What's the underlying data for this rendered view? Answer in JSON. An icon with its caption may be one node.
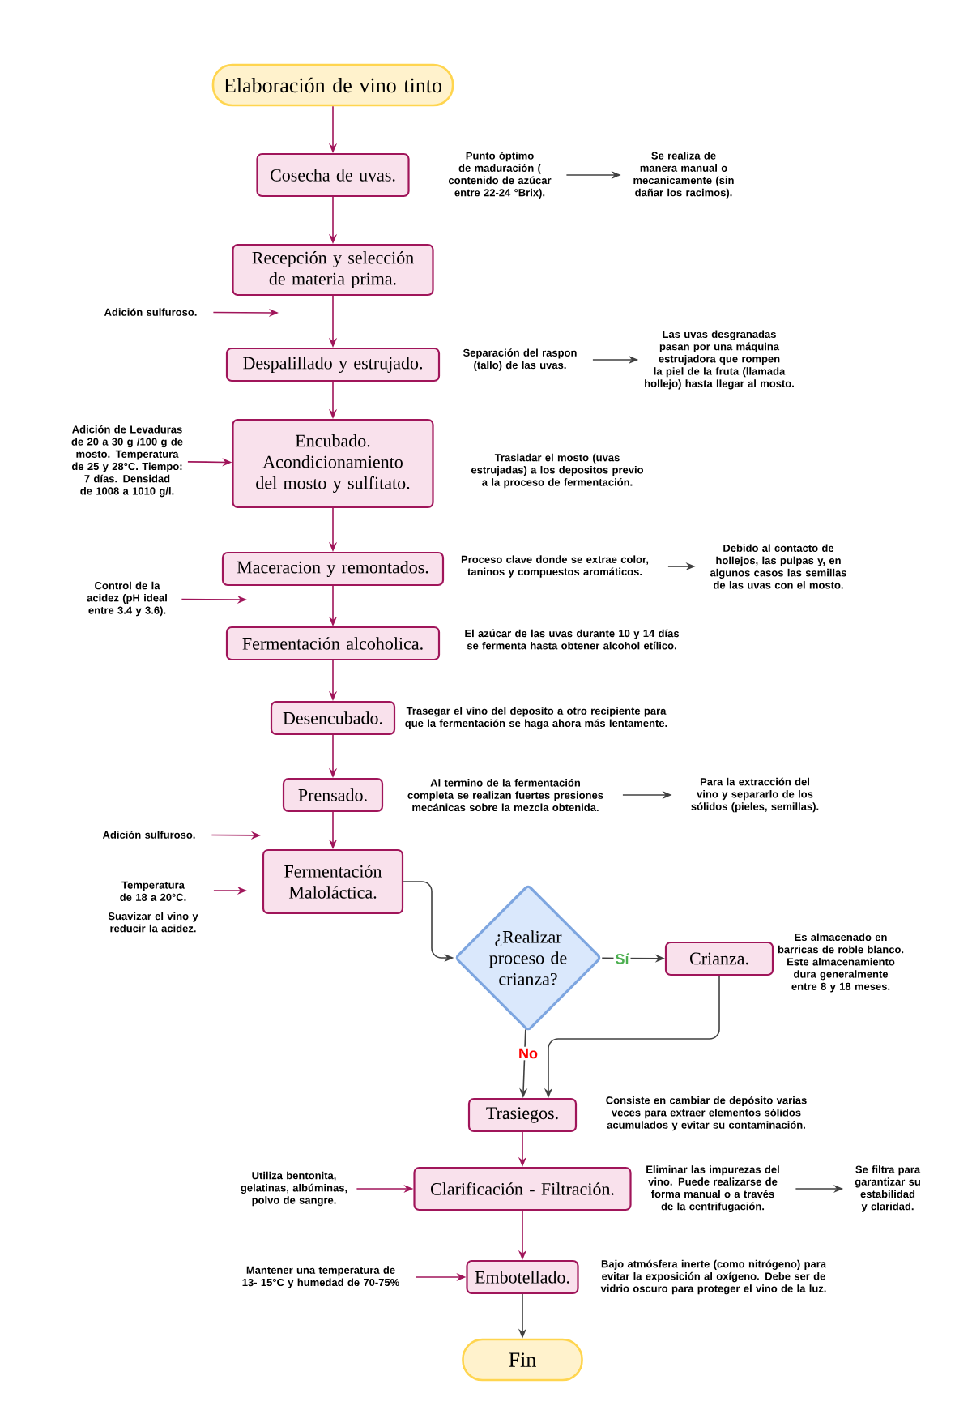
{
  "diagram": {
    "nodes": [
      {
        "text": [
          "Elaboración de vino tinto"
        ]
      },
      {
        "text": [
          "Cosecha de uvas."
        ]
      },
      {
        "text": [
          "Recepción y selección de materia prima."
        ]
      },
      {
        "text": [
          "Despalillado y estrujado."
        ]
      },
      {
        "text": [
          "Encubado. Acondicionamiento del mosto y sulfitato."
        ],
        "beside": [
          "Trasladar el mosto (uvas estrujadas) a los depositos previo a la proceso de fermentación."
        ]
      },
      {
        "text": [
          "Maceracion y remontados."
        ]
      },
      {
        "text": [
          "Fermentación alcoholica."
        ],
        "beside": [
          "El azúcar de las uvas durante 10 y 14 días se fermenta hasta obtener alcohol etílico."
        ]
      },
      {
        "text": [
          "Desencubado."
        ],
        "beside": [
          "Trasegar el vino del deposito a otro recipiente para que la fermentación se haga ahora más lentamente."
        ]
      },
      {
        "text": [
          "Prensado."
        ]
      },
      {
        "text": [
          "Fermentación Maloláctica."
        ]
      },
      {
        "text": [
          "¿Realizar proceso de crianza?"
        ]
      },
      {
        "text": [
          "Crianza."
        ],
        "beside": [
          "Es almacenado en barricas de roble blanco. Este almacenamiento dura generalmente entre 8 y 18 meses."
        ]
      },
      {
        "text": [
          "Trasiegos."
        ],
        "beside": [
          "Consiste en cambiar de depósito varias veces para extraer elementos sólidos acumulados y evitar su contaminación."
        ]
      },
      {
        "text": [
          "Clarificación - Filtración."
        ]
      },
      {
        "text": [
          "Embotellado."
        ],
        "beside": [
          "Bajo atmósfera inerte (como nitrógeno) para evitar la exposición al oxígeno. Debe ser de vidrio oscuro para proteger el vino de la luz."
        ]
      },
      {
        "text": [
          "Fin"
        ]
      },
      {
        "text": [
          "Punto óptimo de maduración ( contenido de azúcar entre 22-24 °Brix)."
        ]
      },
      {
        "text": [
          "Se realiza de manera manual o mecanicamente (sin dañar los racimos)."
        ]
      },
      {
        "text": [
          "Adición sulfuroso."
        ]
      },
      {
        "text": [
          "Separación del raspon (tallo) de las uvas."
        ]
      },
      {
        "text": [
          "Las uvas desgranadas pasan por una máquina estrujadora que rompen la piel de la fruta (llamada hollejo) hasta llegar al mosto."
        ]
      },
      {
        "text": [
          "Adición de Levaduras de 20 a 30 g /100 g de mosto. Temperatura de 25 y 28°C. Tiempo: 7 días. Densidad de 1008 a 1010 g/l."
        ]
      },
      {
        "text": [
          "Proceso clave donde se extrae color, taninos y compuestos aromáticos."
        ]
      },
      {
        "text": [
          "Debido al contacto de hollejos, las pulpas y, en algunos casos las semillas de las uvas con el mosto."
        ]
      },
      {
        "text": [
          "Control de la acidez (pH ideal entre 3.4 y 3.6)."
        ]
      },
      {
        "text": [
          "Al termino de la fermentación completa se realizan fuertes presiones mecánicas sobre la mezcla obtenida."
        ]
      },
      {
        "text": [
          "Para la extracción del vino y separarlo de los sólidos (pieles, semillas)."
        ]
      },
      {
        "text": [
          "Adición sulfuroso."
        ]
      },
      {
        "text": [
          "Temperatura de 18 a 20°C.",
          "Suavizar el vino y reducir la acidez."
        ]
      },
      {
        "text": [
          "Utiliza bentonita, gelatinas, albúminas, polvo de sangre."
        ]
      },
      {
        "text": [
          "Eliminar las impurezas del vino. Puede realizarse de forma manual o a través de la centrifugación."
        ]
      },
      {
        "text": [
          "Se filtra para garantizar su estabilidad y claridad."
        ]
      },
      {
        "text": [
          "Mantener una temperatura de 13- 15°C y humedad de 70-75%"
        ]
      }
    ],
    "edges": [
      {
        "from": 0,
        "to": 1,
        "arrow": "to"
      },
      {
        "from": 1,
        "to": 2,
        "arrow": "to"
      },
      {
        "from": 2,
        "to": 3,
        "arrow": "to"
      },
      {
        "from": 3,
        "to": 4,
        "arrow": "to"
      },
      {
        "from": 4,
        "to": 5,
        "arrow": "to"
      },
      {
        "from": 5,
        "to": 6,
        "arrow": "to"
      },
      {
        "from": 6,
        "to": 7,
        "arrow": "to"
      },
      {
        "from": 7,
        "to": 8,
        "arrow": "to"
      },
      {
        "from": 8,
        "to": 9,
        "arrow": "to"
      },
      {
        "from": 9,
        "to": 10,
        "arrow": "to",
        "color": "#404040"
      },
      {
        "from": 10,
        "to": 11,
        "arrow": "to",
        "label": "Sí",
        "color": "#404040"
      },
      {
        "from": 10,
        "to": 12,
        "arrow": "to",
        "label": "No",
        "color": "#404040"
      },
      {
        "from": 11,
        "to": 12,
        "arrow": "to",
        "color": "#404040"
      },
      {
        "from": 12,
        "to": 13,
        "arrow": "to"
      },
      {
        "from": 13,
        "to": 14,
        "arrow": "to"
      },
      {
        "from": 14,
        "to": 15,
        "arrow": "to",
        "color": "#404040"
      },
      {
        "from": 16,
        "to": 17,
        "arrow": "to",
        "color": "#404040"
      },
      {
        "from": 18,
        "to": 2,
        "arrow": "to"
      },
      {
        "from": 19,
        "to": 20,
        "arrow": "to",
        "color": "#404040"
      },
      {
        "from": 21,
        "to": 4,
        "arrow": "to"
      },
      {
        "from": 22,
        "to": 23,
        "arrow": "to",
        "color": "#404040"
      },
      {
        "from": 24,
        "to": 5,
        "arrow": "to"
      },
      {
        "from": 25,
        "to": 26,
        "arrow": "to",
        "color": "#404040"
      },
      {
        "from": 27,
        "to": 9,
        "arrow": "to"
      },
      {
        "from": 28,
        "to": null,
        "arrow": "to"
      },
      {
        "from": 29,
        "to": 13,
        "arrow": "to"
      },
      {
        "from": 30,
        "to": 31,
        "arrow": "to",
        "color": "#404040"
      },
      {
        "from": 32,
        "to": 14,
        "arrow": "to"
      }
    ]
  }
}
